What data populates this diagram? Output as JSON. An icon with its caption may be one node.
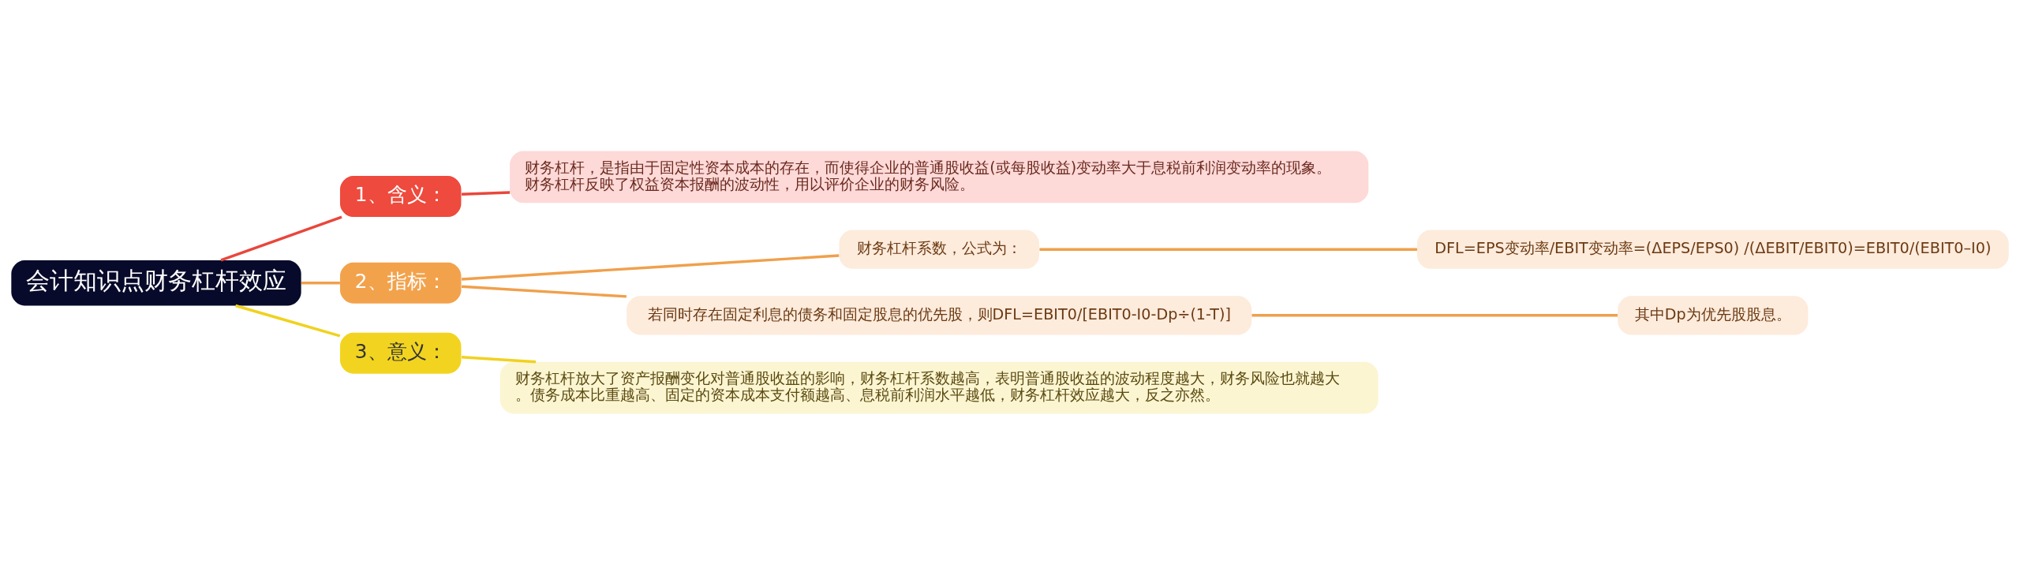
{
  "diagram": {
    "nodes": [
      {
        "text": [
          "会计知识点财务杠杆效应"
        ]
      },
      {
        "text": [
          "1、含义："
        ]
      },
      {
        "text": [
          "财务杠杆，是指由于固定性资本成本的存在，而使得企业的普通股收益(或每股收益)变动率大于息税前利润变动率的现象。财务杠杆反映了权益资本报酬的波动性，用以评价企业的财务风险。"
        ]
      },
      {
        "text": [
          "2、指标："
        ]
      },
      {
        "text": [
          "财务杠杆系数，公式为："
        ]
      },
      {
        "text": [
          "DFL=EPS变动率/EBIT变动率=(ΔEPS/EPS0) /(ΔEBIT/EBIT0)=EBIT0/(EBIT0–I0)"
        ]
      },
      {
        "text": [
          "若同时存在固定利息的债务和固定股息的优先股，则DFL=EBIT0/[EBIT0-I0-Dp÷(1-T)]"
        ]
      },
      {
        "text": [
          "其中Dp为优先股股息。"
        ]
      },
      {
        "text": [
          "3、意义："
        ]
      },
      {
        "text": [
          "财务杠杆放大了资产报酬变化对普通股收益的影响，财务杠杆系数越高，表明普通股收益的波动程度越大，财务风险也就越大。债务成本比重越高、固定的资本成本支付额越高、息税前利润水平越低，财务杠杆效应越大，反之亦然。"
        ]
      }
    ],
    "edges": [
      {
        "from": 0,
        "to": 1,
        "arrow": "none",
        "color": "#e8473c"
      },
      {
        "from": 1,
        "to": 2,
        "arrow": "none",
        "color": "#e8473c"
      },
      {
        "from": 0,
        "to": 3,
        "arrow": "none"
      },
      {
        "from": 3,
        "to": 4,
        "arrow": "none"
      },
      {
        "from": 4,
        "to": 5,
        "arrow": "none"
      },
      {
        "from": 3,
        "to": 6,
        "arrow": "none"
      },
      {
        "from": 6,
        "to": 7,
        "arrow": "none"
      },
      {
        "from": 0,
        "to": 8,
        "arrow": "none",
        "color": "#f0d21e"
      },
      {
        "from": 8,
        "to": 9,
        "arrow": "none",
        "color": "#f0d21e"
      }
    ]
  }
}
